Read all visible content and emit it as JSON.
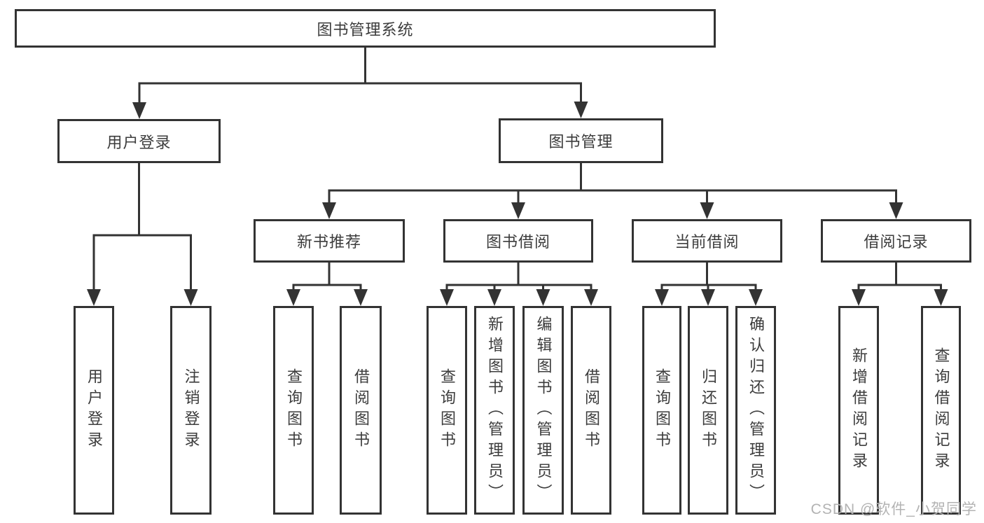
{
  "diagram": {
    "root": {
      "label": "图书管理系统",
      "children": [
        {
          "label": "用户登录",
          "children": [
            {
              "label": "用户登录"
            },
            {
              "label": "注销登录"
            }
          ]
        },
        {
          "label": "图书管理",
          "children": [
            {
              "label": "新书推荐",
              "children": [
                {
                  "label": "查询图书"
                },
                {
                  "label": "借阅图书"
                }
              ]
            },
            {
              "label": "图书借阅",
              "children": [
                {
                  "label": "查询图书"
                },
                {
                  "label": "新增图书（管理员）"
                },
                {
                  "label": "编辑图书（管理员）"
                },
                {
                  "label": "借阅图书"
                }
              ]
            },
            {
              "label": "当前借阅",
              "children": [
                {
                  "label": "查询图书"
                },
                {
                  "label": "归还图书"
                },
                {
                  "label": "确认归还（管理员）"
                }
              ]
            },
            {
              "label": "借阅记录",
              "children": [
                {
                  "label": "新增借阅记录"
                },
                {
                  "label": "查询借阅记录"
                }
              ]
            }
          ]
        }
      ]
    },
    "colors": {
      "line": "#333333",
      "box_background": "#ffffff",
      "text": "#3c3c3c",
      "watermark": "#b3b3b3"
    }
  },
  "watermark": {
    "text": "CSDN @软件_小贺同学"
  }
}
